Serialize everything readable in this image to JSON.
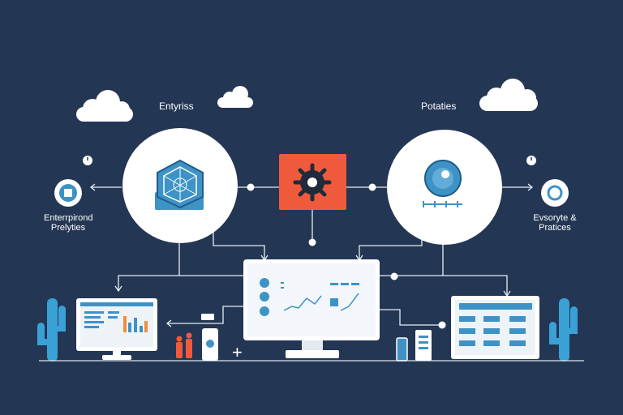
{
  "labels": {
    "left_title": "Entyriss",
    "right_title": "Potaties",
    "left_side": [
      "Enterrpirond",
      "Prelyties"
    ],
    "right_side": [
      "Evsoryte &",
      "Pratices"
    ]
  },
  "colors": {
    "background": "#233654",
    "accent_red": "#ef5a3c",
    "accent_blue": "#3e93c6",
    "cactus": "#3aa1d6",
    "node_fill": "#ffffff",
    "connector": "#e6eef5"
  },
  "icons": {
    "left_hub": "polyhedron-shield-icon",
    "center_hub": "gear-icon",
    "right_hub": "globe-icon",
    "left_side": "device-icon",
    "right_side": "cog-icon"
  }
}
